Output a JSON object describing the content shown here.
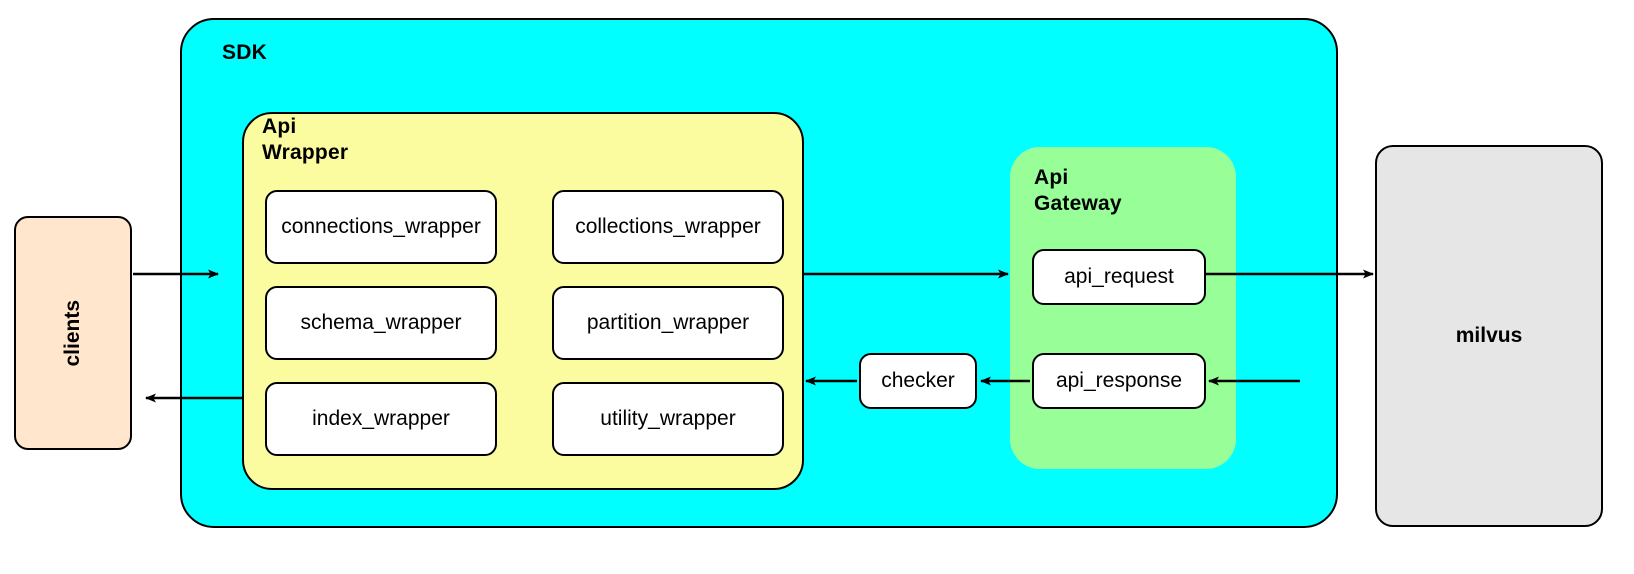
{
  "diagram": {
    "title_text": "",
    "colors": {
      "sdk_fill": "#00ffff",
      "api_wrapper_fill": "#fbfba0",
      "api_gateway_fill": "#98fe98",
      "clients_fill": "#ffe6cc",
      "milvus_fill": "#e6e6e6",
      "node_fill": "#ffffff",
      "stroke": "#000000"
    }
  },
  "clients": {
    "label": "clients"
  },
  "sdk": {
    "label": "SDK",
    "api_wrapper": {
      "label": "Api\nWrapper",
      "nodes": [
        {
          "label": "connections_wrapper"
        },
        {
          "label": "collections_wrapper"
        },
        {
          "label": "schema_wrapper"
        },
        {
          "label": "partition_wrapper"
        },
        {
          "label": "index_wrapper"
        },
        {
          "label": "utility_wrapper"
        }
      ]
    },
    "checker": {
      "label": "checker"
    },
    "api_gateway": {
      "label": "Api\nGateway",
      "nodes": [
        {
          "label": "api_request"
        },
        {
          "label": "api_response"
        }
      ]
    }
  },
  "milvus": {
    "label": "milvus"
  },
  "arrows": [
    {
      "name": "clients-to-sdk",
      "direction": "right"
    },
    {
      "name": "sdk-to-clients",
      "direction": "left"
    },
    {
      "name": "api-wrapper-to-api-gateway",
      "direction": "right"
    },
    {
      "name": "api-request-to-milvus",
      "direction": "right"
    },
    {
      "name": "milvus-to-api-response",
      "direction": "left"
    },
    {
      "name": "api-response-to-checker",
      "direction": "left"
    },
    {
      "name": "checker-to-api-wrapper",
      "direction": "left"
    }
  ]
}
